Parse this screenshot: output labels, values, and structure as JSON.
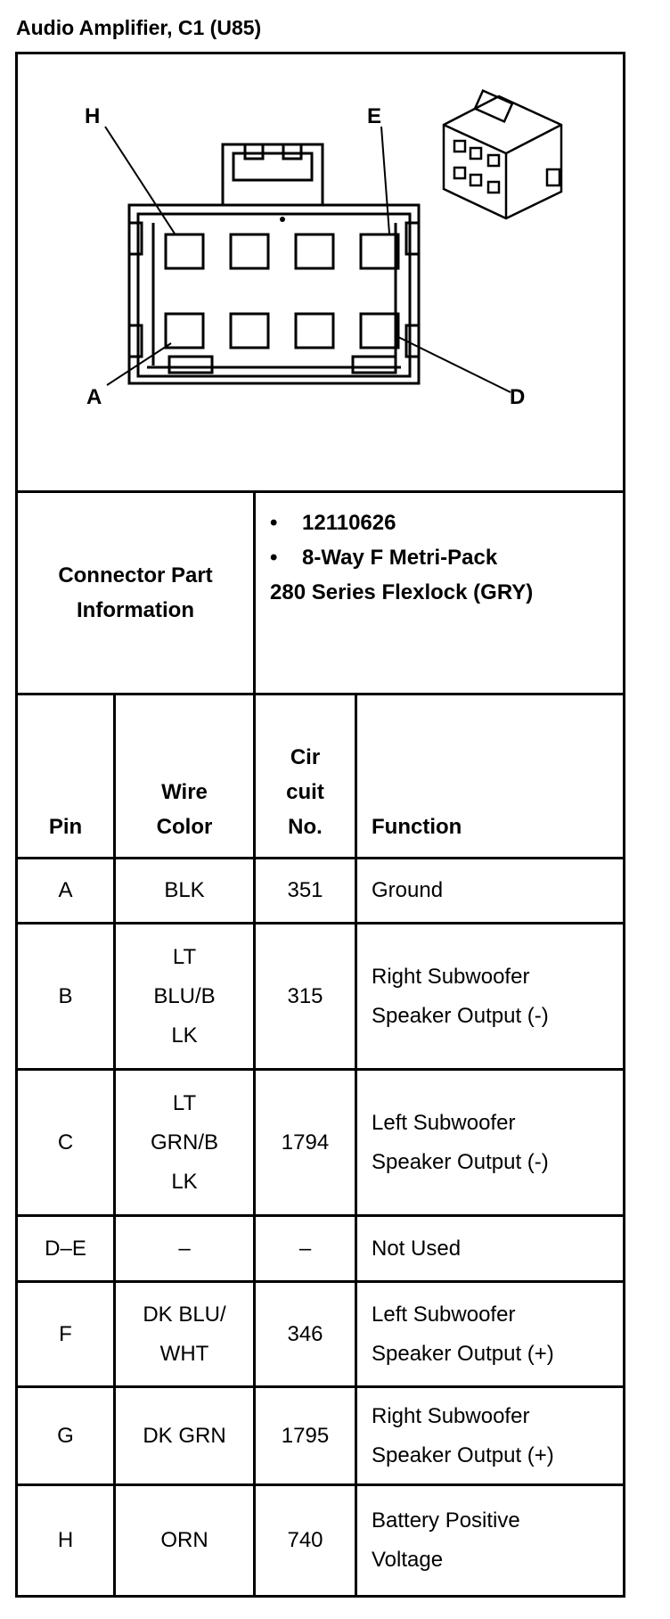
{
  "title": "Audio Amplifier, C1 (U85)",
  "diagram": {
    "labels": {
      "h": "H",
      "e": "E",
      "a": "A",
      "d": "D"
    }
  },
  "part_info": {
    "label_line1": "Connector Part",
    "label_line2": "Information",
    "bullet": "•",
    "part_number": "12110626",
    "type": "8-Way F Metri-Pack",
    "series": "280 Series Flexlock (GRY)"
  },
  "table": {
    "headers": {
      "pin": "Pin",
      "wire_color_1": "Wire",
      "wire_color_2": "Color",
      "circuit_1": "Cir",
      "circuit_2": "cuit",
      "circuit_3": "No.",
      "function": "Function"
    },
    "rows": [
      {
        "pin": "A",
        "wire": [
          "BLK"
        ],
        "circuit": "351",
        "function": [
          "Ground"
        ]
      },
      {
        "pin": "B",
        "wire": [
          "LT",
          "BLU/B",
          "LK"
        ],
        "circuit": "315",
        "function": [
          "Right Subwoofer",
          "Speaker Output (-)"
        ]
      },
      {
        "pin": "C",
        "wire": [
          "LT",
          "GRN/B",
          "LK"
        ],
        "circuit": "1794",
        "function": [
          "Left Subwoofer",
          "Speaker Output (-)"
        ]
      },
      {
        "pin": "D–E",
        "wire": [
          "–"
        ],
        "circuit": "–",
        "function": [
          "Not Used"
        ]
      },
      {
        "pin": "F",
        "wire": [
          "DK BLU/",
          "WHT"
        ],
        "circuit": "346",
        "function": [
          "Left Subwoofer",
          "Speaker Output (+)"
        ]
      },
      {
        "pin": "G",
        "wire": [
          "DK GRN"
        ],
        "circuit": "1795",
        "function": [
          "Right Subwoofer",
          "Speaker Output (+)"
        ]
      },
      {
        "pin": "H",
        "wire": [
          "ORN"
        ],
        "circuit": "740",
        "function": [
          "Battery Positive",
          "Voltage"
        ]
      }
    ]
  }
}
